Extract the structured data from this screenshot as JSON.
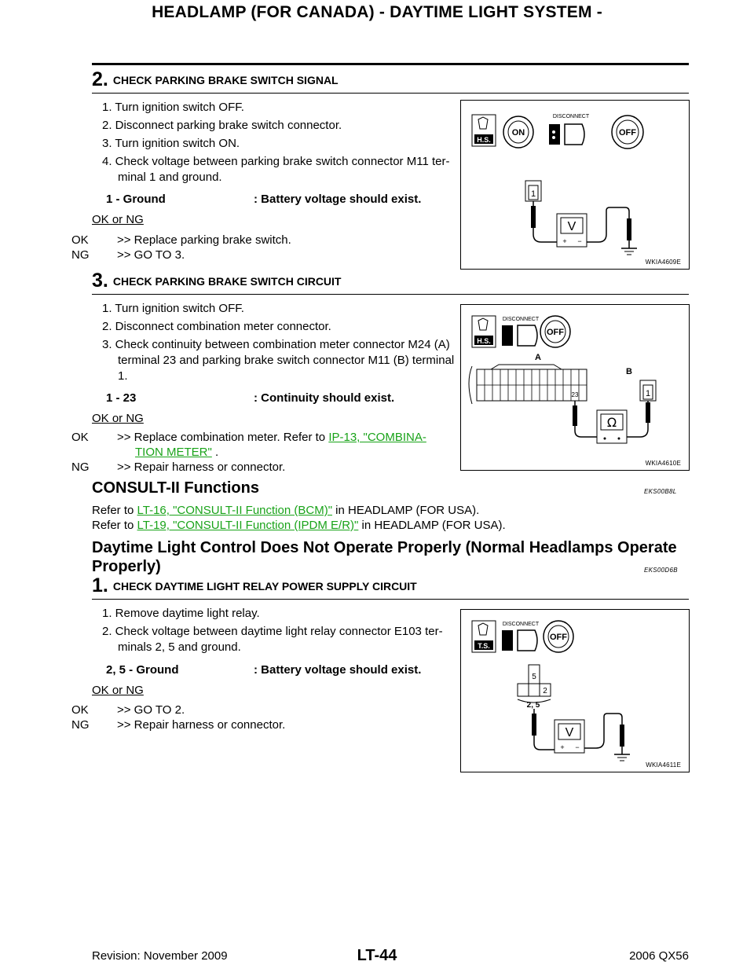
{
  "header": {
    "title": "HEADLAMP (FOR CANADA) - DAYTIME LIGHT SYSTEM -"
  },
  "step2": {
    "num": "2.",
    "title": "CHECK PARKING BRAKE SWITCH SIGNAL",
    "items": [
      "1.  Turn ignition switch OFF.",
      "2.  Disconnect parking brake switch connector.",
      "3.  Turn ignition switch ON.",
      "4.  Check voltage between parking brake switch connector M11 ter-minal 1 and ground."
    ],
    "item4_line1": "4.  Check voltage between parking brake switch connector M11 ter-",
    "item4_line2": "minal 1 and ground.",
    "spec_left": "1 - Ground",
    "spec_right": ": Battery voltage should exist.",
    "okng": "OK or NG",
    "ok_code": "OK",
    "ok_text": ">> Replace parking brake switch.",
    "ng_code": "NG",
    "ng_text": ">> GO TO 3.",
    "figure": {
      "caption": "WKIA4609E",
      "badge": "H.S.",
      "disconnect": "DISCONNECT",
      "on": "ON",
      "off": "OFF",
      "terminal": "1",
      "meter": "V"
    }
  },
  "step3": {
    "num": "3.",
    "title": "CHECK PARKING BRAKE SWITCH CIRCUIT",
    "item1": "1.  Turn ignition switch OFF.",
    "item2": "2.  Disconnect combination meter connector.",
    "item3_line1": "3.  Check continuity between combination meter connector M24 (A)",
    "item3_line2": "terminal 23 and parking brake switch connector M11 (B) terminal",
    "item3_line3": "1.",
    "spec_left": "1 - 23",
    "spec_right": ": Continuity should exist.",
    "okng": "OK or NG",
    "ok_code": "OK",
    "ok_text": ">> Replace combination meter. Refer to ",
    "ok_link1": "IP-13, \"COMBINA-",
    "ok_link2": "TION METER\"",
    "ok_tail": " .",
    "ng_code": "NG",
    "ng_text": ">> Repair harness or connector.",
    "figure": {
      "caption": "WKIA4610E",
      "badge": "H.S.",
      "disconnect": "DISCONNECT",
      "off": "OFF",
      "label_a": "A",
      "label_b": "B",
      "terminal_a": "23",
      "terminal_b": "1",
      "meter": "Ω"
    }
  },
  "consult": {
    "title": "CONSULT-II Functions",
    "code": "EKS00B8L",
    "line1_pre": "Refer to ",
    "line1_link": "LT-16, \"CONSULT-II Function (BCM)\"",
    "line1_post": "  in HEADLAMP (FOR USA).",
    "line2_pre": "Refer to ",
    "line2_link": "LT-19, \"CONSULT-II Function (IPDM E/R)\"",
    "line2_post": "  in HEADLAMP (FOR USA)."
  },
  "daytime": {
    "title_line1": "Daytime Light Control Does Not Operate Properly (Normal Headlamps Operate",
    "title_line2": "Properly)",
    "code": "EKS00D6B"
  },
  "step1": {
    "num": "1.",
    "title": "CHECK DAYTIME LIGHT RELAY POWER SUPPLY CIRCUIT",
    "item1": "1.  Remove daytime light relay.",
    "item2_line1": "2.  Check voltage between daytime light relay connector E103 ter-",
    "item2_line2": "minals 2, 5 and ground.",
    "spec_left": "2, 5 - Ground",
    "spec_right": ": Battery voltage should exist.",
    "okng": "OK or NG",
    "ok_code": "OK",
    "ok_text": ">> GO TO 2.",
    "ng_code": "NG",
    "ng_text": ">> Repair harness or connector.",
    "figure": {
      "caption": "WKIA4611E",
      "badge": "T.S.",
      "disconnect": "DISCONNECT",
      "off": "OFF",
      "t5": "5",
      "t2": "2",
      "t25": "2, 5",
      "meter": "V"
    }
  },
  "footer": {
    "revision": "Revision: November 2009",
    "page": "LT-44",
    "model": "2006 QX56"
  }
}
